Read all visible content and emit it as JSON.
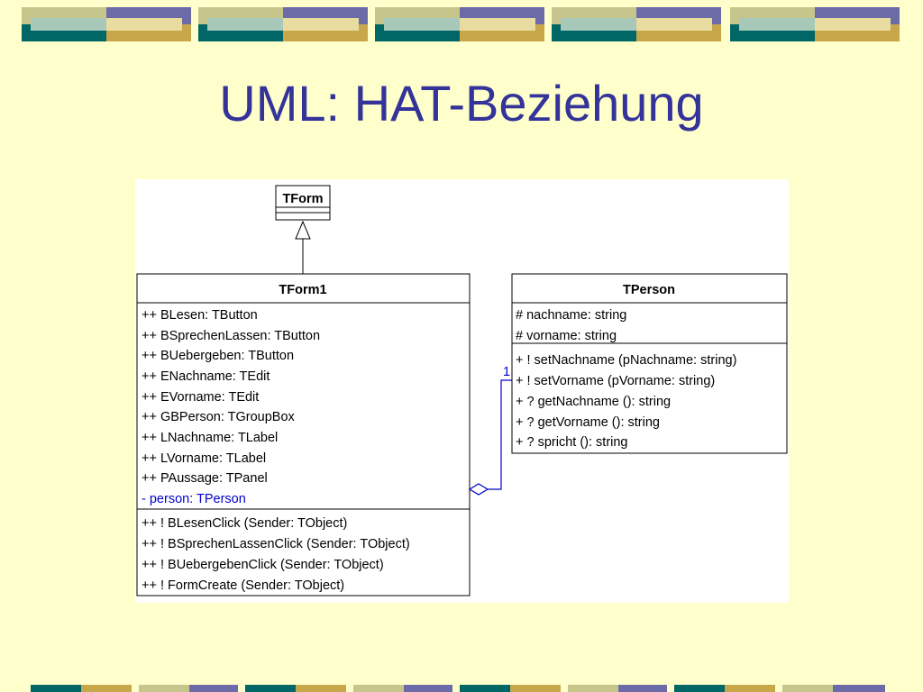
{
  "slide": {
    "title": "UML: HAT-Beziehung"
  },
  "colors": {
    "background": "#ffffcc",
    "title": "#333399",
    "band_teal": "#006666",
    "band_gold": "#c8a64a",
    "band_light_teal": "#a8c9b9",
    "band_olive": "#c6c68c",
    "band_purple": "#6b6ba8",
    "band_cream": "#e8dca0",
    "association": "#0000cc"
  },
  "diagram": {
    "parent_class": {
      "name": "TForm"
    },
    "tform1": {
      "name": "TForm1",
      "attributes": [
        "++ BLesen: TButton",
        "++ BSprechenLassen: TButton",
        "++ BUebergeben: TButton",
        "++ ENachname: TEdit",
        "++ EVorname: TEdit",
        "++ GBPerson: TGroupBox",
        "++ LNachname: TLabel",
        "++ LVorname: TLabel",
        "++ PAussage: TPanel",
        "- person: TPerson"
      ],
      "methods": [
        "++ ! BLesenClick (Sender: TObject)",
        "++ ! BSprechenLassenClick (Sender: TObject)",
        "++ ! BUebergebenClick (Sender: TObject)",
        "++ ! FormCreate (Sender: TObject)"
      ]
    },
    "tperson": {
      "name": "TPerson",
      "attributes": [
        "# nachname: string",
        "# vorname: string"
      ],
      "methods": [
        "+ ! setNachname (pNachname: string)",
        "+ ! setVorname (pVorname: string)",
        "+ ? getNachname (): string",
        "+ ? getVorname (): string",
        "+ ? spricht (): string"
      ]
    },
    "association": {
      "multiplicity": "1"
    }
  }
}
